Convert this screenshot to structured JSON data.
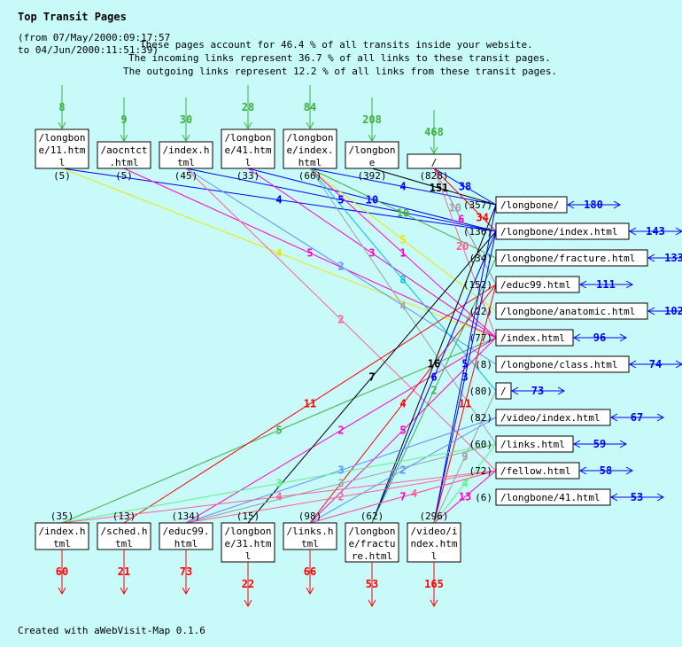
{
  "header": {
    "title": "Top Transit Pages",
    "range_line1": "(from 07/May/2000:09:17:57",
    "range_line2": "to 04/Jun/2000:11:51:39)",
    "summary1": "These pages account for 46.4 % of all transits inside your website.",
    "summary2": "The incoming links represent 36.7 % of all links to these transit pages.",
    "summary3": "The outgoing links represent 12.2 % of all links from these transit pages."
  },
  "colors": {
    "background": "#c8fafa",
    "incoming": "#40b040",
    "transit": "#0000ff",
    "outgoing": "#ff0000"
  },
  "top_nodes": [
    {
      "name": "/longbone/11.html",
      "count": "(5)",
      "incoming": "8"
    },
    {
      "name": "/aocntct.html",
      "count": "(5)",
      "incoming": "9"
    },
    {
      "name": "/index.html",
      "count": "(45)",
      "incoming": "30"
    },
    {
      "name": "/longbone/41.html",
      "count": "(33)",
      "incoming": "28"
    },
    {
      "name": "/longbone/index.html",
      "count": "(66)",
      "incoming": "84"
    },
    {
      "name": "/longbone",
      "count": "(392)",
      "incoming": "208"
    },
    {
      "name": "/",
      "count": "(828)",
      "incoming": "468"
    }
  ],
  "right_nodes": [
    {
      "name": "/longbone/",
      "count": "(357)",
      "transits": "180"
    },
    {
      "name": "/longbone/index.html",
      "count": "(136)",
      "transits": "143"
    },
    {
      "name": "/longbone/fracture.html",
      "count": "(34)",
      "transits": "133"
    },
    {
      "name": "/educ99.html",
      "count": "(152)",
      "transits": "111"
    },
    {
      "name": "/longbone/anatomic.html",
      "count": "(22)",
      "transits": "102"
    },
    {
      "name": "/index.html",
      "count": "(77)",
      "transits": "96"
    },
    {
      "name": "/longbone/class.html",
      "count": "(8)",
      "transits": "74"
    },
    {
      "name": "/",
      "count": "(80)",
      "transits": "73"
    },
    {
      "name": "/video/index.html",
      "count": "(82)",
      "transits": "67"
    },
    {
      "name": "/links.html",
      "count": "(60)",
      "transits": "59"
    },
    {
      "name": "/fellow.html",
      "count": "(72)",
      "transits": "58"
    },
    {
      "name": "/longbone/41.html",
      "count": "(6)",
      "transits": "53"
    }
  ],
  "bottom_nodes": [
    {
      "name": "/index.html",
      "count": "(35)",
      "outgoing": "60"
    },
    {
      "name": "/sched.html",
      "count": "(13)",
      "outgoing": "21"
    },
    {
      "name": "/educ99.html",
      "count": "(134)",
      "outgoing": "73"
    },
    {
      "name": "/longbone/31.html",
      "count": "(15)",
      "outgoing": "22"
    },
    {
      "name": "/links.html",
      "count": "(98)",
      "outgoing": "66"
    },
    {
      "name": "/longbone/fracture.html",
      "count": "(62)",
      "outgoing": "53"
    },
    {
      "name": "/video/index.html",
      "count": "(296)",
      "outgoing": "165"
    }
  ],
  "links": [
    {
      "from": "t0",
      "to": "r1",
      "value": "4",
      "color": "#0000ff"
    },
    {
      "from": "t0",
      "to": "r5",
      "value": "4",
      "color": "#e8e800"
    },
    {
      "from": "t1",
      "to": "r5",
      "value": "5",
      "color": "#ff00cc"
    },
    {
      "from": "t2",
      "to": "r1",
      "value": "5",
      "color": "#0000ff"
    },
    {
      "from": "t2",
      "to": "r6",
      "value": "2",
      "color": "#6090ff"
    },
    {
      "from": "t3",
      "to": "r1",
      "value": "10",
      "color": "#0000ff"
    },
    {
      "from": "t3",
      "to": "r5",
      "value": "3",
      "color": "#ff00cc"
    },
    {
      "from": "t4",
      "to": "r0",
      "value": "4",
      "color": "#0000ff"
    },
    {
      "from": "t4",
      "to": "r2",
      "value": "10",
      "color": "#40b040"
    },
    {
      "from": "t4",
      "to": "r4",
      "value": "5",
      "color": "#e8e800"
    },
    {
      "from": "t4",
      "to": "r5",
      "value": "1",
      "color": "#ff00cc"
    },
    {
      "from": "t4",
      "to": "r7",
      "value": "8",
      "color": "#00c0e0"
    },
    {
      "from": "t4",
      "to": "r9",
      "value": "4",
      "color": "#a0a0a0"
    },
    {
      "from": "t2",
      "to": "r10",
      "value": "2",
      "color": "#ff6090"
    },
    {
      "from": "t5",
      "to": "r0",
      "value": "151",
      "color": "#000000"
    },
    {
      "from": "t6",
      "to": "r0",
      "value": "38",
      "color": "#0000ff"
    },
    {
      "from": "t6",
      "to": "r1",
      "value": "34",
      "color": "#ff0000"
    },
    {
      "from": "t6",
      "to": "r3",
      "value": "6",
      "color": "#ff00cc"
    },
    {
      "from": "t6",
      "to": "r3",
      "value": "10",
      "color": "#a0a0a0"
    },
    {
      "from": "t6",
      "to": "r5",
      "value": "20",
      "color": "#ff6090"
    },
    {
      "from": "r5",
      "to": "b0",
      "value": "5",
      "color": "#40b040"
    },
    {
      "from": "r3",
      "to": "b1",
      "value": "11",
      "color": "#ff0000"
    },
    {
      "from": "r5",
      "to": "b2",
      "value": "2",
      "color": "#ff00cc"
    },
    {
      "from": "r1",
      "to": "b3",
      "value": "7",
      "color": "#000000"
    },
    {
      "from": "r5",
      "to": "b4",
      "value": "5",
      "color": "#ff00cc"
    },
    {
      "from": "r3",
      "to": "b4",
      "value": "4",
      "color": "#ff0000"
    },
    {
      "from": "r0",
      "to": "b5",
      "value": "16",
      "color": "#000000"
    },
    {
      "from": "r1",
      "to": "b5",
      "value": "6",
      "color": "#0000ff"
    },
    {
      "from": "r2",
      "to": "b5",
      "value": "2",
      "color": "#40b040"
    },
    {
      "from": "r0",
      "to": "b6",
      "value": "5",
      "color": "#0000ff"
    },
    {
      "from": "r1",
      "to": "b6",
      "value": "3",
      "color": "#0000ff"
    },
    {
      "from": "r3",
      "to": "b6",
      "value": "11",
      "color": "#ff0000"
    },
    {
      "from": "r10",
      "to": "b4",
      "value": "7",
      "color": "#ff00cc"
    },
    {
      "from": "r10",
      "to": "b6",
      "value": "13",
      "color": "#ff00cc"
    },
    {
      "from": "r9",
      "to": "b2",
      "value": "3",
      "color": "#a0a0a0"
    },
    {
      "from": "r8",
      "to": "b2",
      "value": "3",
      "color": "#6090ff"
    },
    {
      "from": "r8",
      "to": "b4",
      "value": "2",
      "color": "#6090ff"
    },
    {
      "from": "r7",
      "to": "b6",
      "value": "9",
      "color": "#a0a0a0"
    },
    {
      "from": "r9",
      "to": "b0",
      "value": "3",
      "color": "#60f080"
    },
    {
      "from": "r10",
      "to": "b0",
      "value": "4",
      "color": "#ff6090"
    },
    {
      "from": "r10",
      "to": "b2",
      "value": "2",
      "color": "#ff6090"
    },
    {
      "from": "r10",
      "to": "b4",
      "value": "4",
      "color": "#ff6090"
    },
    {
      "from": "r9",
      "to": "b6",
      "value": "4",
      "color": "#60f080"
    }
  ],
  "footer": "Created with aWebVisit-Map 0.1.6"
}
